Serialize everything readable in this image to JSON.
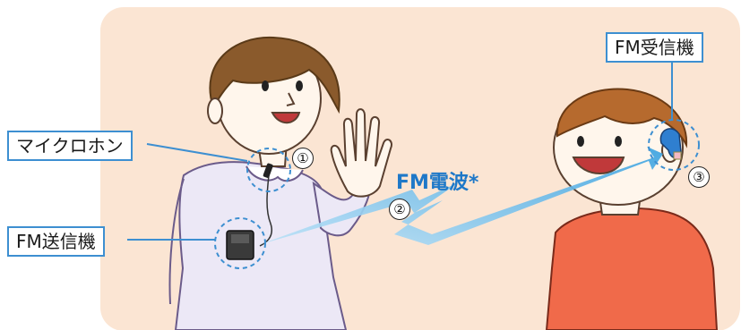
{
  "labels": {
    "microphone": "マイクロホン",
    "fm_transmitter": "FM送信機",
    "fm_receiver": "FM受信機",
    "fm_wave": "FM電波*"
  },
  "steps": [
    "①",
    "②",
    "③"
  ],
  "colors": {
    "background": "#fbe5d3",
    "label_border": "#3d8fd1",
    "wave": "#5ab4e6",
    "wave_text": "#1e78c8",
    "boy_shirt": "#f06a4a",
    "woman_blouse": "#ece8f6",
    "hair": "#8a5a2c"
  }
}
